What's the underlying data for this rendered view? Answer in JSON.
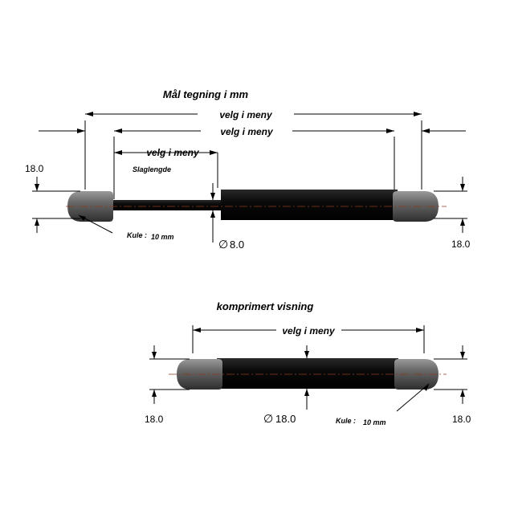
{
  "title": "Mål tegning i mm",
  "top": {
    "dim_overall": "velg i meny",
    "dim_center": "velg i meny",
    "dim_stroke": "velg i meny",
    "stroke_label": "Slaglengde",
    "left_ball_height": "18.0",
    "right_ball_height": "18.0",
    "ball_label": "Kule :",
    "ball_size": "10 mm",
    "rod_diameter_symbol": "∅",
    "rod_diameter": "8.0"
  },
  "bottom": {
    "title": "komprimert visning",
    "dim_length": "velg i meny",
    "left_ball_height": "18.0",
    "right_ball_height": "18.0",
    "body_diameter_symbol": "∅",
    "body_diameter": "18.0",
    "ball_label": "Kule :",
    "ball_size": "10 mm"
  },
  "colors": {
    "cylinder": "#0c0c0c",
    "endfitting": "#5e5e5e",
    "centerline": "#8a3a1c"
  }
}
